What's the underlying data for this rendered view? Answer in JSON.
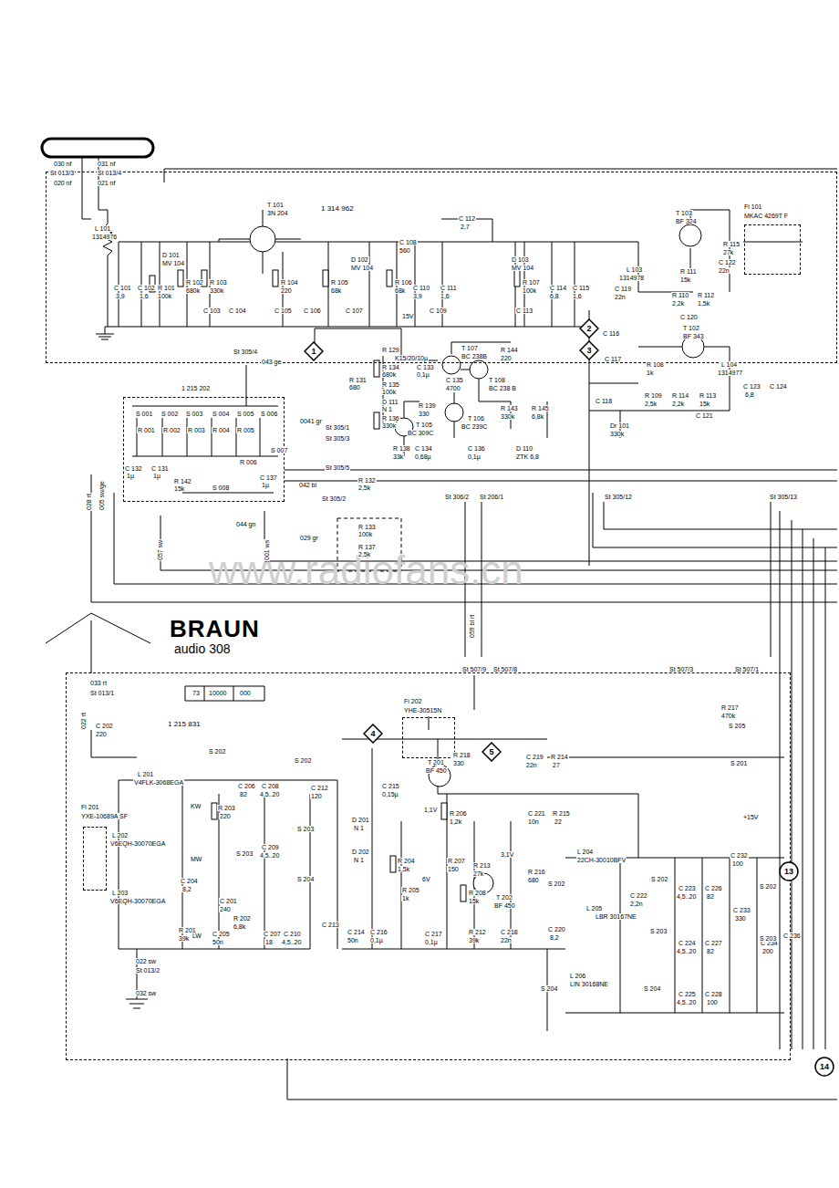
{
  "diagram": {
    "nodes": [
      {
        "text": [
          "1 314 962"
        ]
      },
      {
        "text": [
          "1 215 202"
        ]
      },
      {
        "text": [
          "1 215 831"
        ]
      },
      {
        "text": [
          "Fi 101",
          "MKAC 4269T F"
        ],
        "in": 0
      },
      {
        "text": [
          "Fi 202",
          "YHE-30515N"
        ],
        "in": 2
      },
      {
        "text": [
          "Fi 201",
          "YXE-10689A SF"
        ],
        "in": 2
      },
      {
        "text": [
          "1"
        ]
      },
      {
        "text": [
          "2"
        ]
      },
      {
        "text": [
          "3"
        ]
      },
      {
        "text": [
          "4"
        ],
        "in": 2
      },
      {
        "text": [
          "5"
        ],
        "in": 2
      },
      {
        "text": [
          "13"
        ]
      },
      {
        "text": [
          "14"
        ]
      }
    ],
    "labels": [
      "030 nf",
      "031 nf",
      "St 013/3",
      "St 013/4",
      "020 nf",
      "021 nf",
      "L 101",
      "1314976",
      "T 101",
      "3N 204",
      "D 101",
      "MV 104",
      "C 101",
      "3,9",
      "C 102",
      "1,6",
      "R 101",
      "100k",
      "R 102",
      "680k",
      "R 103",
      "330k",
      "C 103",
      "C 104",
      "C 105",
      "C 106",
      "R 104",
      "220",
      "D 102",
      "MV 104",
      "C 108",
      "560",
      "R 105",
      "68k",
      "R 106",
      "68k",
      "C 107",
      "C 112",
      "2,7",
      "C 110",
      "3,9",
      "C 111",
      "1,6",
      "C 109",
      "D 103",
      "MV 104",
      "R 107",
      "100k",
      "C 114",
      "6,8",
      "C 115",
      "1,6",
      "C 113",
      "L 103",
      "1314978",
      "C 119",
      "22n",
      "15V",
      "T 103",
      "BF 324",
      "R 115",
      "27k",
      "C 122",
      "22n",
      "R 111",
      "15k",
      "R 110",
      "2,2k",
      "R 112",
      "1,5k",
      "C 116",
      "C 117",
      "C 118",
      "C 120",
      "T 102",
      "BF 343",
      "R 108",
      "1k",
      "R 109",
      "2,5k",
      "R 114",
      "2,2k",
      "R 113",
      "15k",
      "L 104",
      "1314977",
      "C 123",
      "6,8",
      "C 124",
      "C 121",
      "Dr 101",
      "330k",
      "St 305/4",
      "043 ge",
      "R 129",
      "K15/20/10µ",
      "R 134",
      "680k",
      "C 133",
      "0,1µ",
      "R 131",
      "680",
      "R 135",
      "100k",
      "D 111",
      "N 1",
      "R 136",
      "330k",
      "T 107",
      "BC 238B",
      "R 144",
      "220",
      "T 108",
      "BC 238 B",
      "C 135",
      "4700",
      "R 139",
      "330",
      "T 106",
      "BC 239C",
      "R 143",
      "330k",
      "R 145",
      "6,8k",
      "T 105",
      "BC 309C",
      "R 138",
      "33k",
      "C 134",
      "0,68µ",
      "C 136",
      "0,1µ",
      "D 110",
      "ZTK 6,8",
      "S 001",
      "S 002",
      "S 003",
      "S 004",
      "S 005",
      "S 006",
      "R 001",
      "R 002",
      "R 003",
      "R 004",
      "R 005",
      "R 006",
      "S 007",
      "C 132",
      "1µ",
      "C 131",
      "1µ",
      "R 142",
      "15k",
      "S 008",
      "C 137",
      "1µ",
      "0041 gr",
      "St 305/1",
      "St 305/3",
      "St 305/5",
      "042 bl",
      "St 305/2",
      "R 132",
      "2,5k",
      "R 133",
      "100k",
      "R 137",
      "2,5k",
      "029 gr",
      "044 gn",
      "028 rt",
      "005 sw/ge",
      "057 sw",
      "001 ws",
      "St 306/2",
      "St 206/1",
      "St 305/12",
      "St 305/13",
      "059 bl rt",
      "www.radiofans.cn",
      "BRAUN",
      "audio 308",
      "73",
      "10000",
      "000",
      "033 rt",
      "St 013/1",
      "022 rt",
      "C 202",
      "220",
      "St 507/9",
      "St 507/8",
      "St 507/3",
      "St 507/1",
      "R 217",
      "470k",
      "S 205",
      "S 202",
      "L 201",
      "V4FLK-3068EGA",
      "S 202",
      "KW",
      "C 206",
      "82",
      "C 208",
      "4,5..20",
      "R 203",
      "220",
      "C 212",
      "120",
      "S 203",
      "S 203",
      "MW",
      "C 209",
      "4,5..20",
      "S 204",
      "L 202",
      "V6EQH-30070EGA",
      "C 204",
      "8,2",
      "L 203",
      "V6EQH-30070EGA",
      "LW",
      "C 201",
      "240",
      "R 202",
      "6,8k",
      "R 201",
      "39k",
      "C 205",
      "50n",
      "C 207",
      "18",
      "C 210",
      "4,5..20",
      "C 213",
      "C 214",
      "50n",
      "C 216",
      "0,1µ",
      "022 sw",
      "St 013/2",
      "032 sw",
      "T 201",
      "BF 450",
      "R 218",
      "330",
      "C 219",
      "22n",
      "R 214",
      "27",
      "C 215",
      "0,15µ",
      "D 201",
      "N 1",
      "D 202",
      "N 1",
      "R 204",
      "1,5k",
      "R 205",
      "1k",
      "6V",
      "R 206",
      "1,2k",
      "1,1V",
      "C 221",
      "10n",
      "R 215",
      "22",
      "R 207",
      "150",
      "R 213",
      "27k",
      "3,1V",
      "R 208",
      "15k",
      "R 212",
      "39k",
      "C 217",
      "0,1µ",
      "R 216",
      "680",
      "T 202",
      "BF 450",
      "C 218",
      "22n",
      "C 220",
      "8,2",
      "L 204",
      "22CH-30010BFV",
      "S 202",
      "S 202",
      "C 222",
      "2,2n",
      "L 205",
      "LBR 30167NE",
      "S 203",
      "C 223",
      "4,5..20",
      "C 226",
      "82",
      "C 232",
      "100",
      "C 233",
      "330",
      "C 224",
      "4,5..20",
      "C 227",
      "82",
      "C 234",
      "200",
      "S 204",
      "L 206",
      "LIN 30168NE",
      "S 204",
      "C 225",
      "4,5..20",
      "C 228",
      "100",
      "S 202",
      "S 203",
      "C 236",
      "S 201",
      "+15V"
    ]
  }
}
